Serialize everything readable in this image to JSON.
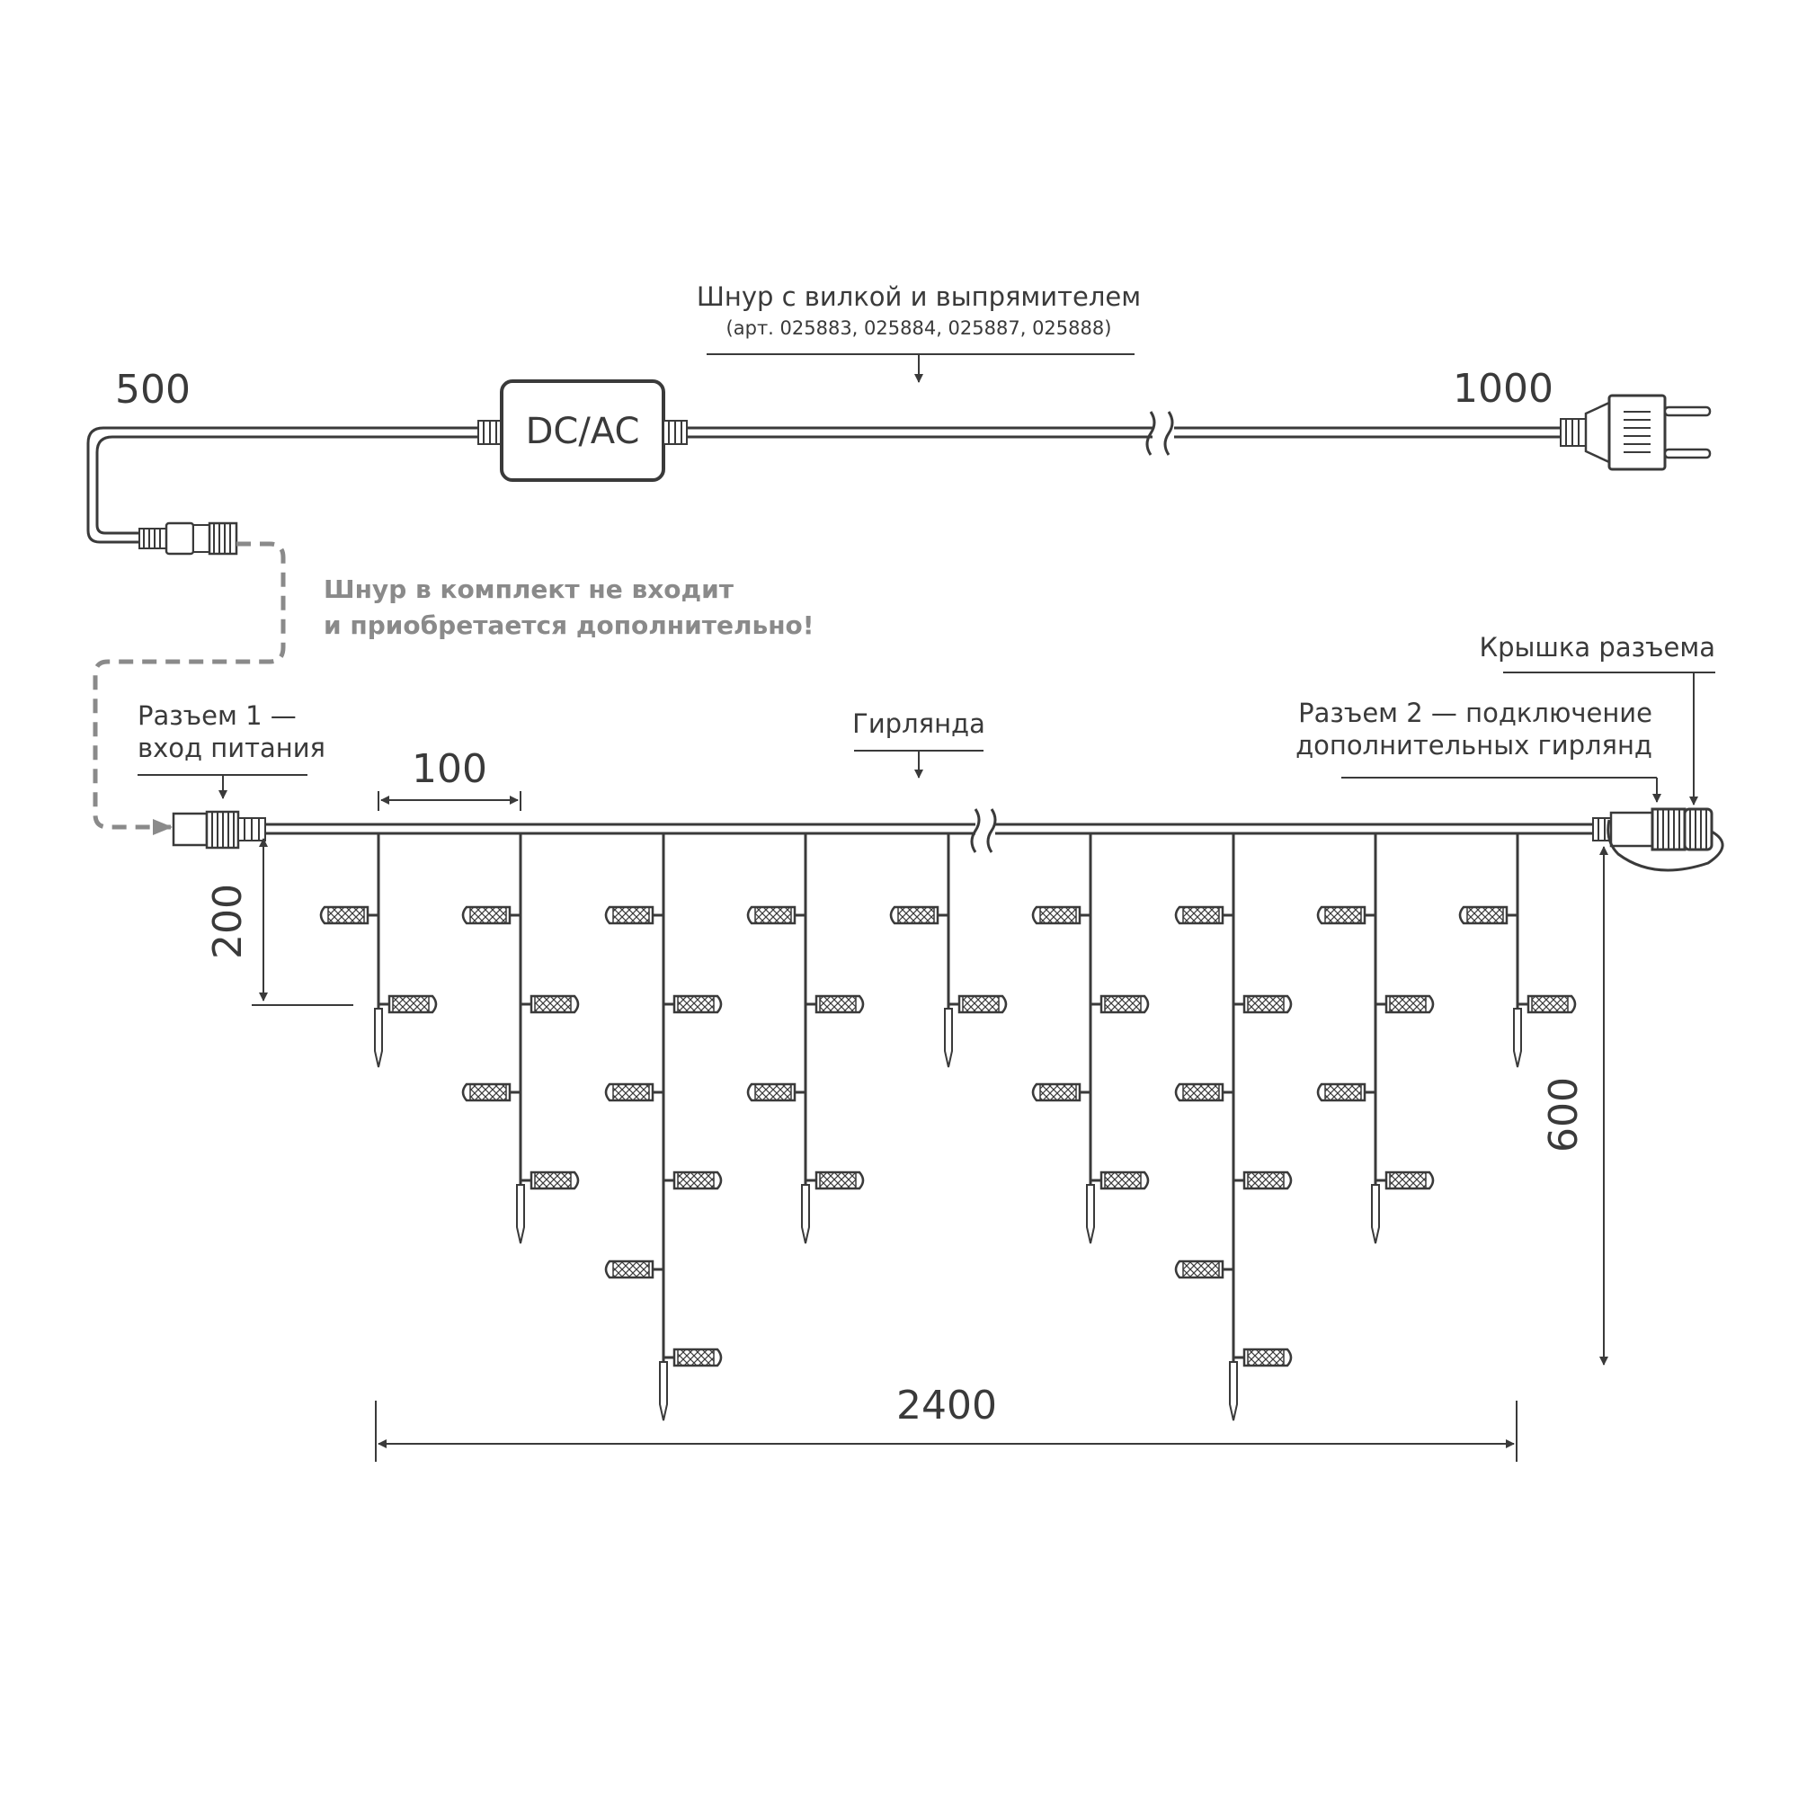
{
  "cord": {
    "title": "Шнур с вилкой и выпрямителем",
    "articles": "(арт. 025883, 025884, 025887, 025888)",
    "converter_label": "DC/AC",
    "length_left": "500",
    "length_right": "1000"
  },
  "note": {
    "line1": "Шнур в комплект не входит",
    "line2": "и приобретается дополнительно!"
  },
  "connector1": {
    "line1": "Разъем 1 —",
    "line2": "вход питания"
  },
  "connector2": {
    "line1": "Разъем 2 — подключение",
    "line2": "дополнительных гирлянд"
  },
  "cap_label": "Крышка разъема",
  "garland_label": "Гирлянда",
  "dimensions": {
    "spacing": "100",
    "first_drop": "200",
    "height": "600",
    "width": "2400"
  },
  "colors": {
    "line": "#3a3a3a",
    "note": "#8a8a8a"
  }
}
